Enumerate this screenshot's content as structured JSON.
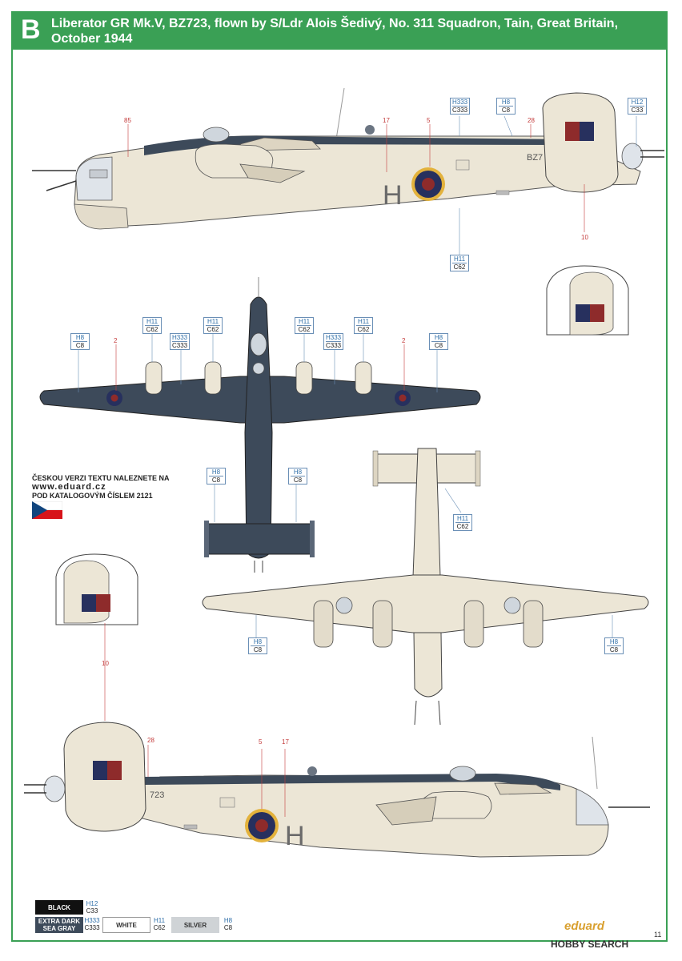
{
  "header": {
    "letter": "B",
    "title": "Liberator GR Mk.V, BZ723, flown by S/Ldr Alois Šedivý, No. 311 Squadron, Tain, Great Britain, October 1944"
  },
  "aircraft": {
    "serial_partial_top": "BZ7",
    "serial_partial_bottom": "723",
    "code_letter": "H"
  },
  "callouts": {
    "side_top": [
      {
        "h": "H333",
        "c": "C333"
      },
      {
        "h": "H8",
        "c": "C8"
      },
      {
        "h": "H12",
        "c": "C33"
      },
      {
        "h": "H11",
        "c": "C62"
      }
    ],
    "top_view": [
      {
        "h": "H8",
        "c": "C8"
      },
      {
        "h": "H11",
        "c": "C62"
      },
      {
        "h": "H11",
        "c": "C62"
      },
      {
        "h": "H333",
        "c": "C333"
      },
      {
        "h": "H11",
        "c": "C62"
      },
      {
        "h": "H333",
        "c": "C333"
      },
      {
        "h": "H11",
        "c": "C62"
      },
      {
        "h": "H8",
        "c": "C8"
      },
      {
        "h": "H8",
        "c": "C8"
      },
      {
        "h": "H8",
        "c": "C8"
      }
    ],
    "bottom_view": [
      {
        "h": "H11",
        "c": "C62"
      },
      {
        "h": "H8",
        "c": "C8"
      },
      {
        "h": "H8",
        "c": "C8"
      }
    ]
  },
  "markings": {
    "n85": "85",
    "n17": "17",
    "n5": "5",
    "n28": "28",
    "n10": "10",
    "n2": "2"
  },
  "czech_note": {
    "line1": "ČESKOU VERZI TEXTU NALEZNETE NA",
    "line2": "www.eduard.cz",
    "line3": "POD KATALOGOVÝM ČÍSLEM 2121"
  },
  "legend": {
    "black": {
      "label": "BLACK",
      "h": "H12",
      "c": "C33"
    },
    "extra_dark_sea_gray": {
      "label": "EXTRA DARK SEA GRAY",
      "h": "H333",
      "c": "C333"
    },
    "white": {
      "label": "WHITE",
      "h": "H11",
      "c": "C62"
    },
    "silver": {
      "label": "SILVER",
      "h": "H8",
      "c": "C8"
    }
  },
  "footer": {
    "brand": "eduard",
    "page_number": "11",
    "watermark": "HOBBY SEARCH"
  },
  "colors": {
    "green_header": "#3aa055",
    "dark_sea_gray": "#3d4a5a",
    "white_camo": "#ece6d6",
    "roundel_red": "#8e2b2b",
    "roundel_blue": "#27305e",
    "roundel_yellow": "#e3b23c"
  }
}
